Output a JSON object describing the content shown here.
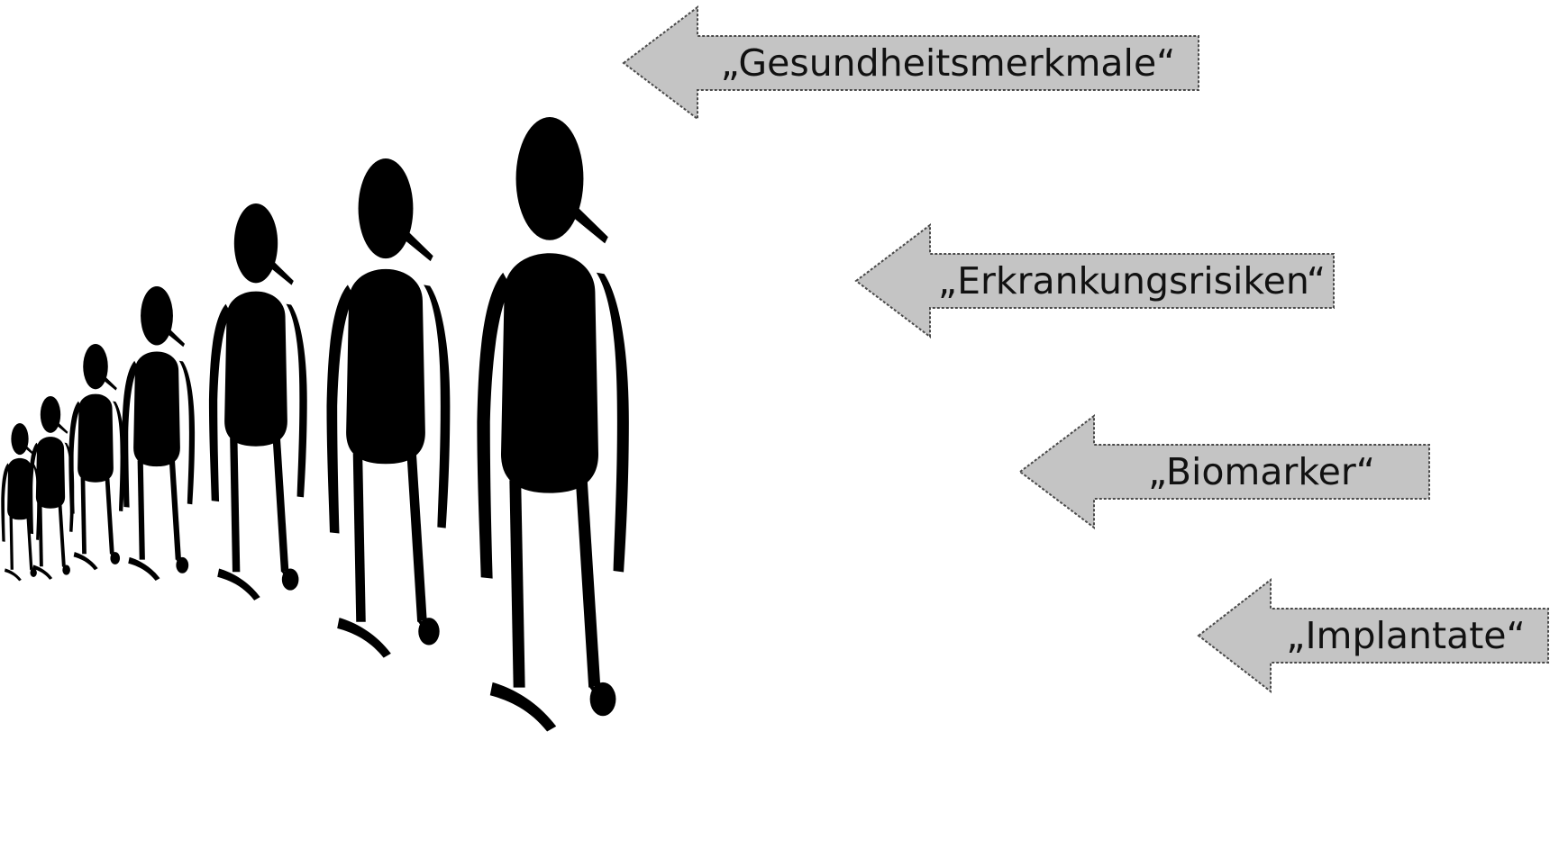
{
  "arrows": [
    {
      "label": "„Gesundheitsmerkmale“"
    },
    {
      "label": "„Erkrankungsrisiken“"
    },
    {
      "label": "„Biomarker“"
    },
    {
      "label": "„Implantate“"
    }
  ],
  "colors": {
    "arrow_fill": "#c4c4c4",
    "arrow_stroke": "#4a4a4a",
    "figure_fill": "#000000"
  },
  "figures": {
    "count": 7,
    "description_icon": "person-silhouette-icon"
  }
}
